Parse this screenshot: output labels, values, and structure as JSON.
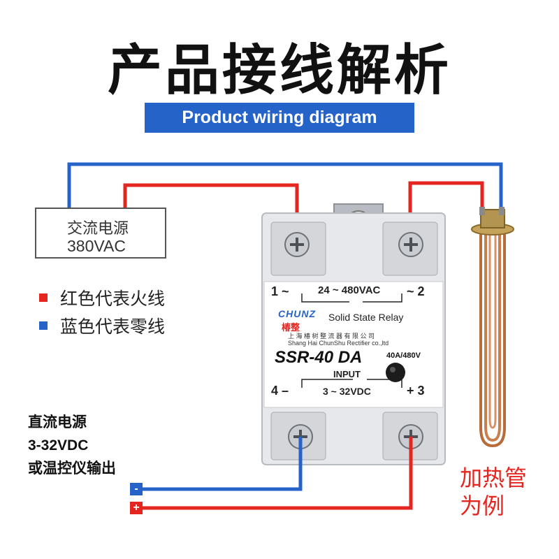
{
  "title": "产品接线解析",
  "subtitle": "Product wiring diagram",
  "ac_source": {
    "line1": "交流电源",
    "line2": "380VAC"
  },
  "legend": [
    {
      "text": "红色代表火线",
      "color": "#e52620"
    },
    {
      "text": "蓝色代表零线",
      "color": "#2563c9"
    }
  ],
  "dc_source": {
    "line1": "直流电源",
    "line2": "3-32VDC",
    "line3": "或温控仪输出"
  },
  "dc_terminals": {
    "minus": "-",
    "plus": "+"
  },
  "heater_label": {
    "line1": "加热管",
    "line2": "为例"
  },
  "relay": {
    "terminal_1": "1 ~",
    "terminal_2": "~ 2",
    "ac_range": "24 ~ 480VAC",
    "brand_logo": "CHUNZ",
    "brand_cn": "椿整",
    "product_name": "Solid State Relay",
    "maker_cn": "上 海 椿 树 整 流 器 有 限 公 司",
    "maker_en": "Shang Hai ChunShu Rectifier co.,ltd",
    "model": "SSR-40 DA",
    "rating": "40A/480V",
    "input_label": "INPUT",
    "terminal_4": "4 –",
    "terminal_3": "+ 3",
    "dc_range": "3 ~ 32VDC"
  },
  "colors": {
    "live": "#e52620",
    "neutral": "#2563c9",
    "title_bar": "#2563c9"
  }
}
